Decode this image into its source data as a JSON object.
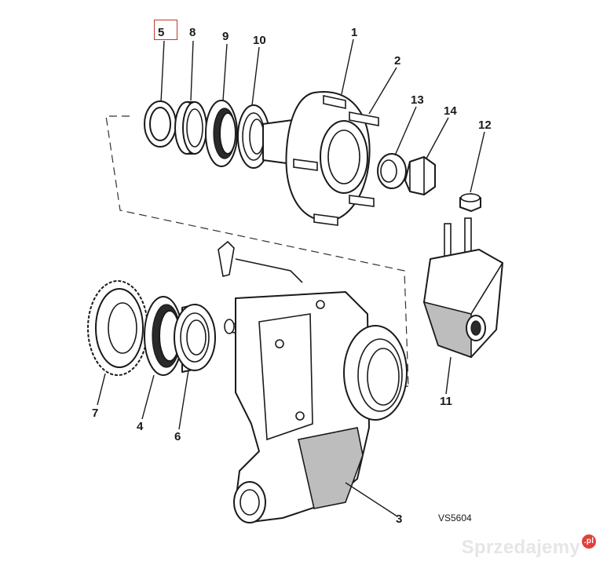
{
  "diagram": {
    "callouts": {
      "c1": "1",
      "c2": "2",
      "c3": "3",
      "c4": "4",
      "c5": "5",
      "c6": "6",
      "c7": "7",
      "c8": "8",
      "c9": "9",
      "c10": "10",
      "c11": "11",
      "c12": "12",
      "c13": "13",
      "c14": "14"
    },
    "highlighted_callout": "5",
    "highlight_color": "#c0392b",
    "drawing_code": "VS5604"
  },
  "watermark": {
    "text": "Sprzedajemy",
    "suffix": ".pl",
    "accent_color": "#e0403a"
  }
}
